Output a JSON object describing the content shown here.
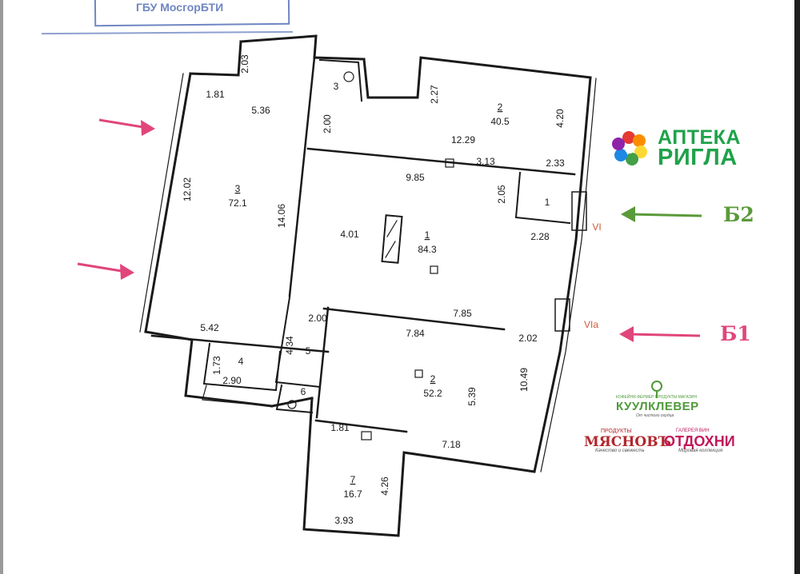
{
  "stamp": {
    "text": "ГБУ МосгорБТИ"
  },
  "entrances": {
    "b2": {
      "label": "Б2",
      "color": "#5a9a3a"
    },
    "b1": {
      "label": "Б1",
      "color": "#e0457b"
    }
  },
  "window_marks": {
    "vi": "VI",
    "via": "VIa",
    "color": "#d05a3a"
  },
  "rooms": [
    {
      "id": "room-3-left",
      "number": "3",
      "area": "72.1"
    },
    {
      "id": "room-1-main",
      "number": "1",
      "area": "84.3"
    },
    {
      "id": "room-2-top",
      "number": "2",
      "area": "40.5"
    },
    {
      "id": "room-2-bottom",
      "number": "2",
      "area": "52.2"
    },
    {
      "id": "room-7",
      "number": "7",
      "area": "16.7"
    },
    {
      "id": "room-1-small",
      "number": "1"
    },
    {
      "id": "room-3-small",
      "number": "3"
    },
    {
      "id": "room-4",
      "number": "4"
    },
    {
      "id": "room-5",
      "number": "5"
    },
    {
      "id": "room-6",
      "number": "6"
    }
  ],
  "dimensions": [
    "2.03",
    "1.81",
    "5.36",
    "12.02",
    "14.06",
    "5.42",
    "2.27",
    "2.00",
    "12.29",
    "4.20",
    "3.13",
    "2.33",
    "9.85",
    "2.05",
    "4.01",
    "2.28",
    "7.85",
    "2.00",
    "4.34",
    "7.84",
    "2.02",
    "1.73",
    "2.90",
    "5.39",
    "10.49",
    "1.81",
    "7.18",
    "4.26",
    "3.93"
  ],
  "logos": {
    "apteka_rigla": {
      "line1": "АПТЕКА",
      "line2": "РИГЛА",
      "color": "#1fa24a"
    },
    "kuulklever": {
      "tagline": "КОФЕЙНЯ ФЕРМЕР ПРОДУКТЫ МАГАЗИН",
      "name": "КУУЛКЛЕВЕР",
      "sub": "От чистого сердца"
    },
    "myasnov": {
      "top": "ПРОДУКТЫ",
      "name": "МЯСНОВЪ",
      "sub": "Качество и свежесть"
    },
    "otdohni": {
      "top": "ГАЛЕРЕЯ ВИН",
      "name": "ОТДОХНИ",
      "sub": "Мировая коллекция"
    }
  }
}
